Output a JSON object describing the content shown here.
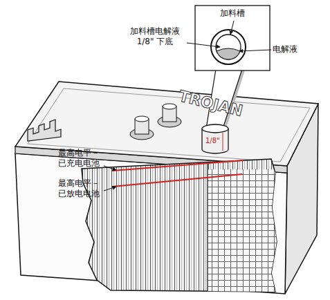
{
  "diagram": {
    "labels": [
      "加料槽",
      "加料槽电解液 1/8\" 下底",
      "电解液",
      "TROJAN",
      "1/8\"",
      "最高电平－ 已充电电池",
      "最高电平－ 已放电电池"
    ]
  }
}
